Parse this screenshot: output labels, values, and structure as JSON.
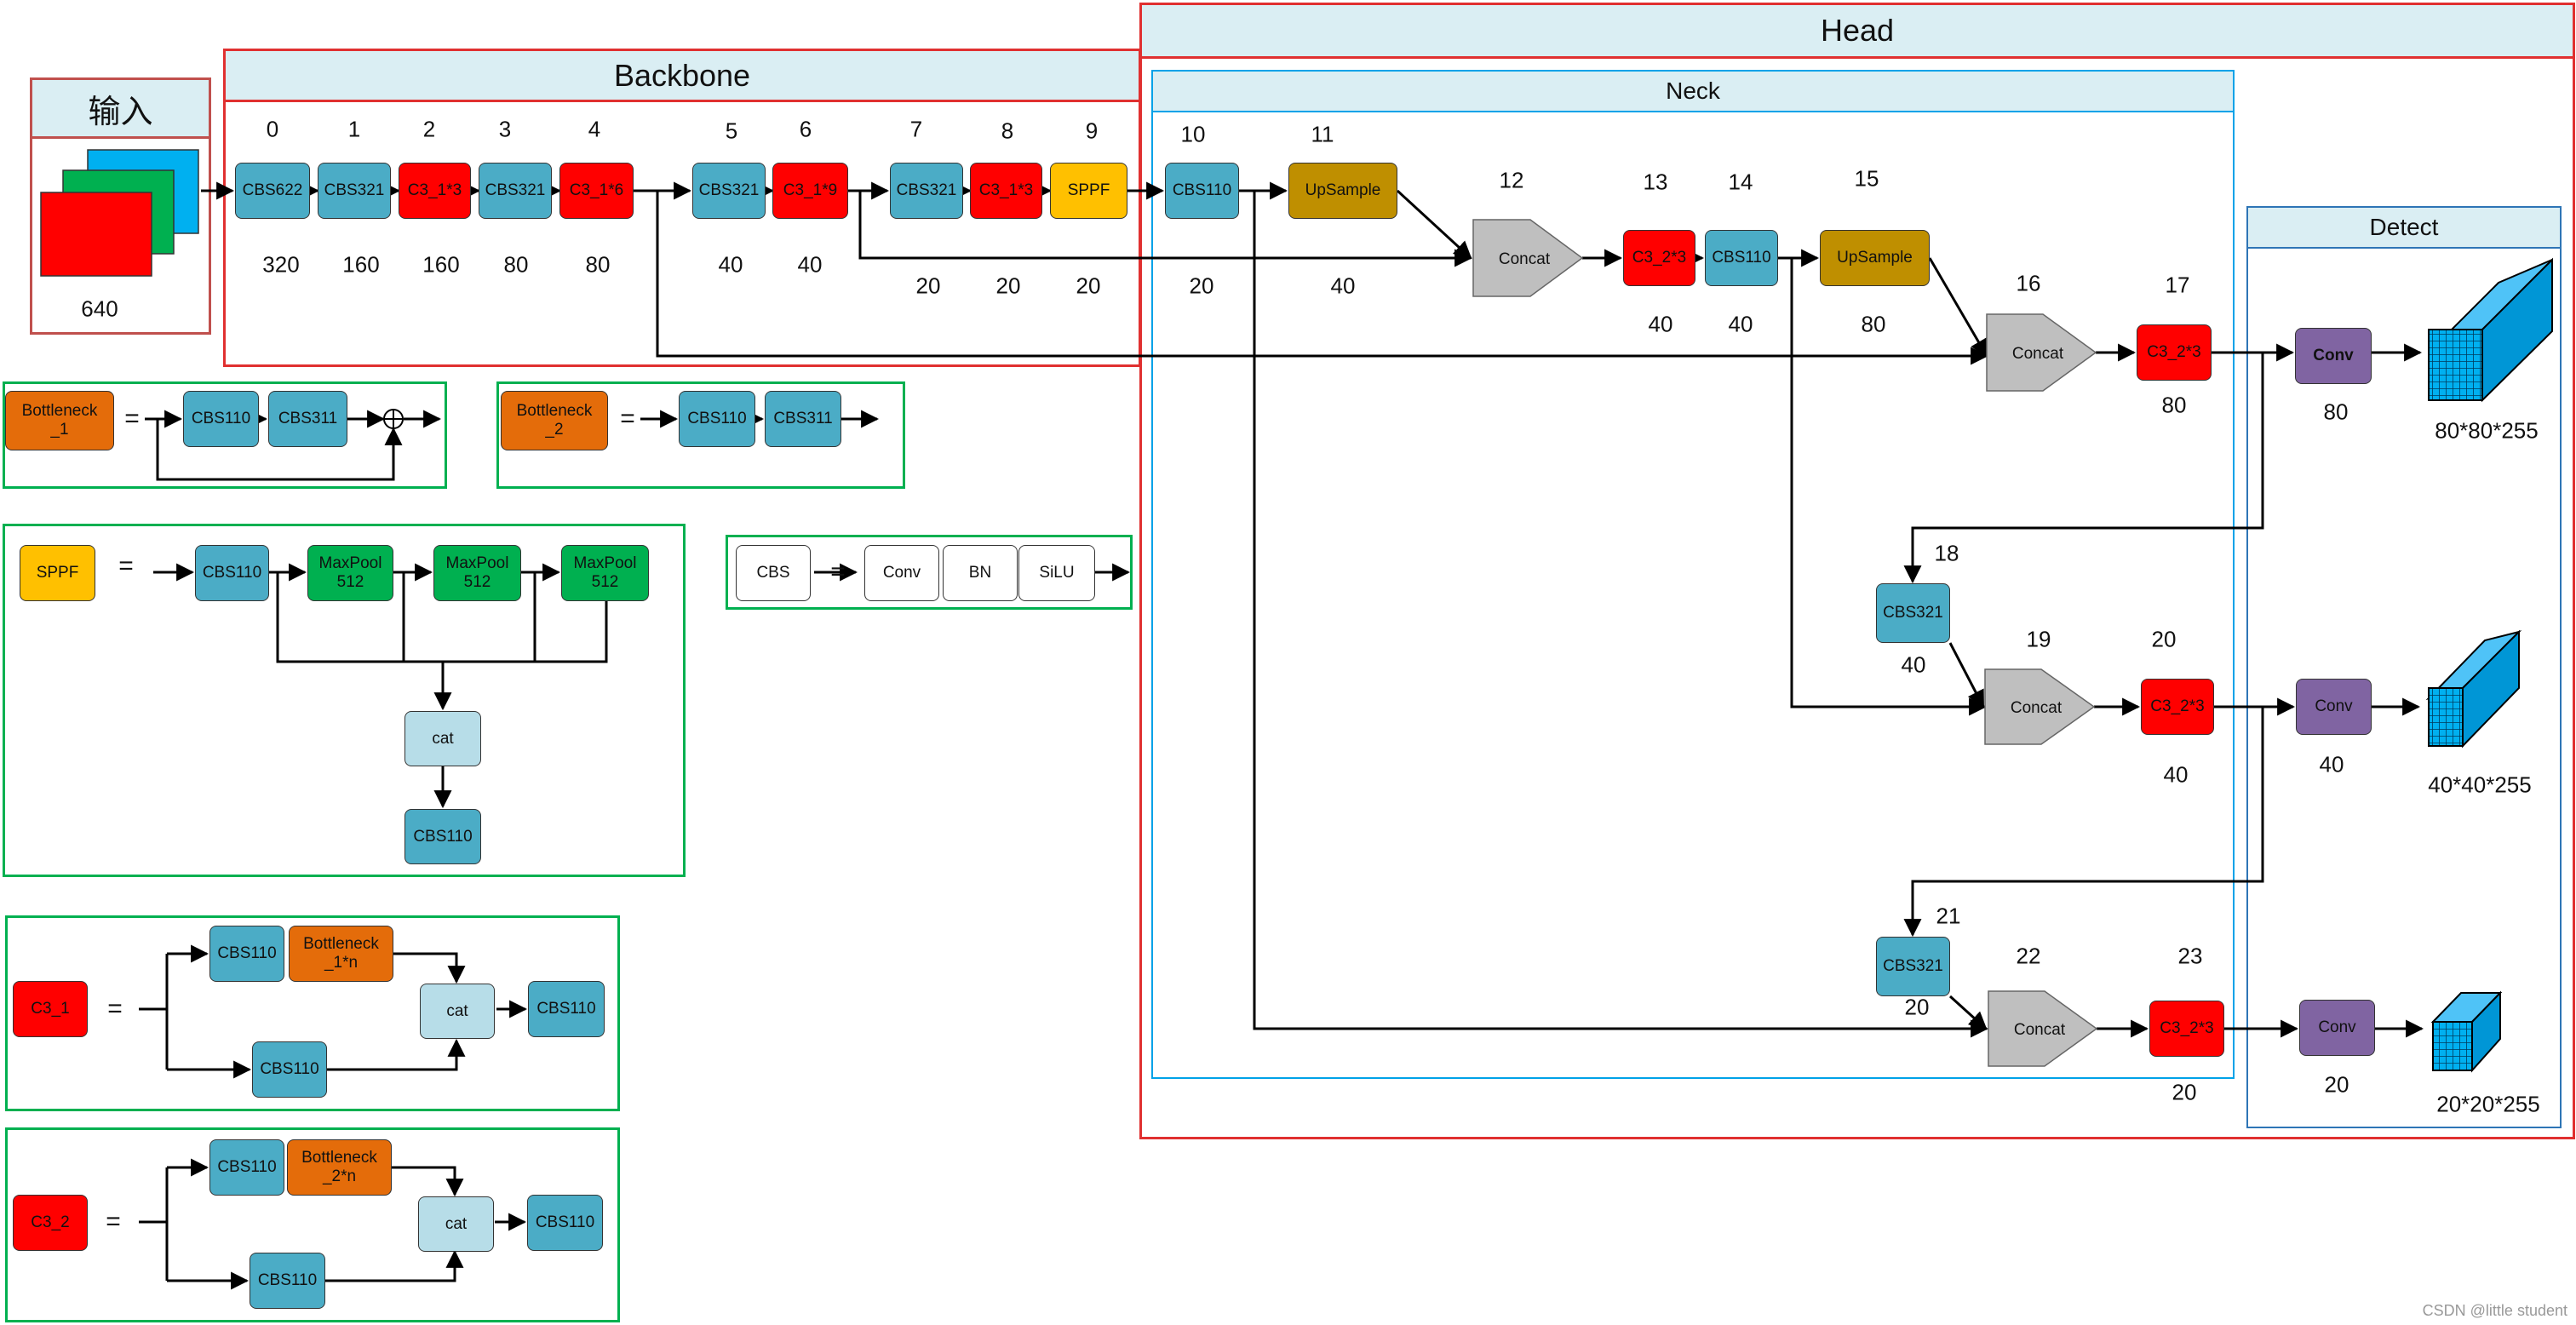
{
  "sections": {
    "input": "输入",
    "backbone": "Backbone",
    "head": "Head",
    "neck": "Neck",
    "detect": "Detect"
  },
  "input_size": "640",
  "backbone": {
    "layers": [
      {
        "idx": "0",
        "name": "CBS622",
        "size": "320"
      },
      {
        "idx": "1",
        "name": "CBS321",
        "size": "160"
      },
      {
        "idx": "2",
        "name": "C3_1*3",
        "size": "160"
      },
      {
        "idx": "3",
        "name": "CBS321",
        "size": "80"
      },
      {
        "idx": "4",
        "name": "C3_1*6",
        "size": "80"
      },
      {
        "idx": "5",
        "name": "CBS321",
        "size": "40"
      },
      {
        "idx": "6",
        "name": "C3_1*9",
        "size": "40"
      },
      {
        "idx": "7",
        "name": "CBS321",
        "size": "20"
      },
      {
        "idx": "8",
        "name": "C3_1*3",
        "size": "20"
      },
      {
        "idx": "9",
        "name": "SPPF",
        "size": "20"
      }
    ]
  },
  "neck": {
    "layers": [
      {
        "idx": "10",
        "name": "CBS110",
        "size": "20"
      },
      {
        "idx": "11",
        "name": "UpSample",
        "size": "40"
      },
      {
        "idx": "12",
        "name": "Concat",
        "size": ""
      },
      {
        "idx": "13",
        "name": "C3_2*3",
        "size": "40"
      },
      {
        "idx": "14",
        "name": "CBS110",
        "size": "40"
      },
      {
        "idx": "15",
        "name": "UpSample",
        "size": "80"
      },
      {
        "idx": "16",
        "name": "Concat",
        "size": ""
      },
      {
        "idx": "17",
        "name": "C3_2*3",
        "size": "80"
      },
      {
        "idx": "18",
        "name": "CBS321",
        "size": "40"
      },
      {
        "idx": "19",
        "name": "Concat",
        "size": ""
      },
      {
        "idx": "20",
        "name": "C3_2*3",
        "size": "40"
      },
      {
        "idx": "21",
        "name": "CBS321",
        "size": "20"
      },
      {
        "idx": "22",
        "name": "Concat",
        "size": ""
      },
      {
        "idx": "23",
        "name": "C3_2*3",
        "size": "20"
      }
    ]
  },
  "detect": {
    "convs": [
      {
        "name": "Conv",
        "size": "80",
        "output": "80*80*255"
      },
      {
        "name": "Conv",
        "size": "40",
        "output": "40*40*255"
      },
      {
        "name": "Conv",
        "size": "20",
        "output": "20*20*255"
      }
    ]
  },
  "legend": {
    "equals": "=",
    "bottleneck1": {
      "name": "Bottleneck\n_1",
      "b1": "CBS110",
      "b2": "CBS311",
      "add": "⊕"
    },
    "bottleneck2": {
      "name": "Bottleneck\n_2",
      "b1": "CBS110",
      "b2": "CBS311"
    },
    "sppf": {
      "name": "SPPF",
      "b0": "CBS110",
      "pool1": "MaxPool\n512",
      "pool2": "MaxPool\n512",
      "pool3": "MaxPool\n512",
      "cat": "cat",
      "out": "CBS110"
    },
    "cbs": {
      "name": "CBS",
      "conv": "Conv",
      "bn": "BN",
      "silu": "SiLU"
    },
    "c31": {
      "name": "C3_1",
      "top1": "CBS110",
      "bott": "Bottleneck\n_1*n",
      "bottom": "CBS110",
      "cat": "cat",
      "out": "CBS110"
    },
    "c32": {
      "name": "C3_2",
      "top1": "CBS110",
      "bott": "Bottleneck\n_2*n",
      "bottom": "CBS110",
      "cat": "cat",
      "out": "CBS110"
    }
  },
  "colors": {
    "cbs": "#4bacc6",
    "c3": "#ff0000",
    "sppf": "#ffc000",
    "upsample": "#bf8f00",
    "conv": "#8064a2",
    "bottleneck": "#e46c0a",
    "maxpool": "#00b050",
    "cat": "#b7dde8",
    "concat": "#bfbfbf",
    "frame_red": "#e03030",
    "frame_green": "#00b050",
    "frame_blue": "#00a2e8",
    "title_bg": "#daeef3",
    "cube": "#00b0f0"
  },
  "watermark": "CSDN @little student"
}
